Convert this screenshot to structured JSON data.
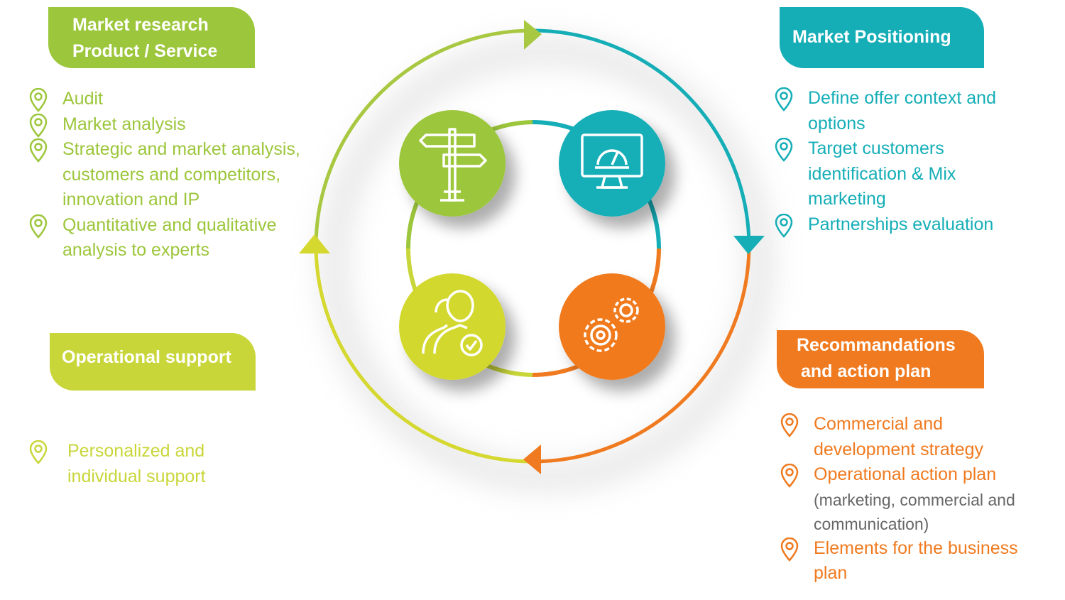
{
  "colors": {
    "green": "#9cc63b",
    "teal": "#15aeb7",
    "orange": "#f07a1f",
    "lime": "#c9d63a",
    "yellow_green": "#dad82f"
  },
  "sections": {
    "market_research": {
      "title_lines": [
        "Market research",
        "Product / Service"
      ],
      "items": [
        "Audit",
        "Market analysis",
        "Strategic and market analysis, customers and competitors, innovation and IP",
        "Quantitative and qualitative analysis to experts"
      ]
    },
    "market_positioning": {
      "title_lines": [
        "Market Positioning"
      ],
      "items": [
        "Define offer context and options",
        "Target customers identification & Mix marketing",
        "Partnerships evaluation"
      ]
    },
    "recommandations": {
      "title_lines": [
        "Recommandations",
        "and action plan"
      ],
      "items": [
        {
          "text": "Commercial and development strategy",
          "note": ""
        },
        {
          "text": "Operational action plan",
          "note": "(marketing, commercial and communication)"
        },
        {
          "text": "Elements for the business plan",
          "note": ""
        }
      ]
    },
    "operational_support": {
      "title_lines": [
        "Operational support"
      ],
      "items": [
        "Personalized and individual support"
      ]
    }
  },
  "icons": [
    "signpost-icon",
    "dashboard-monitor-icon",
    "gears-icon",
    "users-check-icon"
  ]
}
